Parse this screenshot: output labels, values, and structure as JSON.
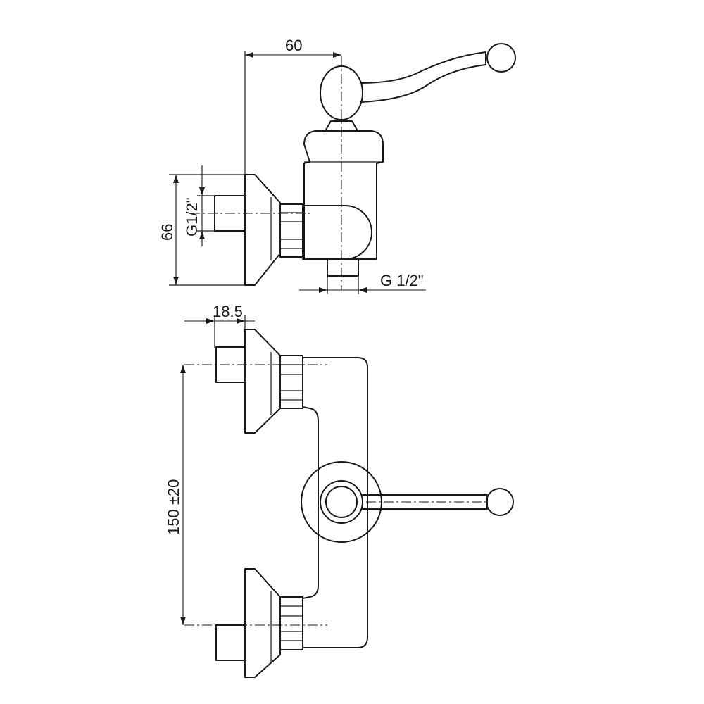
{
  "dimensions": {
    "top_width": "60",
    "inlet_height": "66",
    "inlet_thread": "G1/2\"",
    "outlet_thread": "G 1/2\"",
    "inlet_offset": "18.5",
    "inlet_spacing": "150 ±20"
  },
  "colors": {
    "line": "#1a1a1a",
    "background": "#ffffff"
  }
}
